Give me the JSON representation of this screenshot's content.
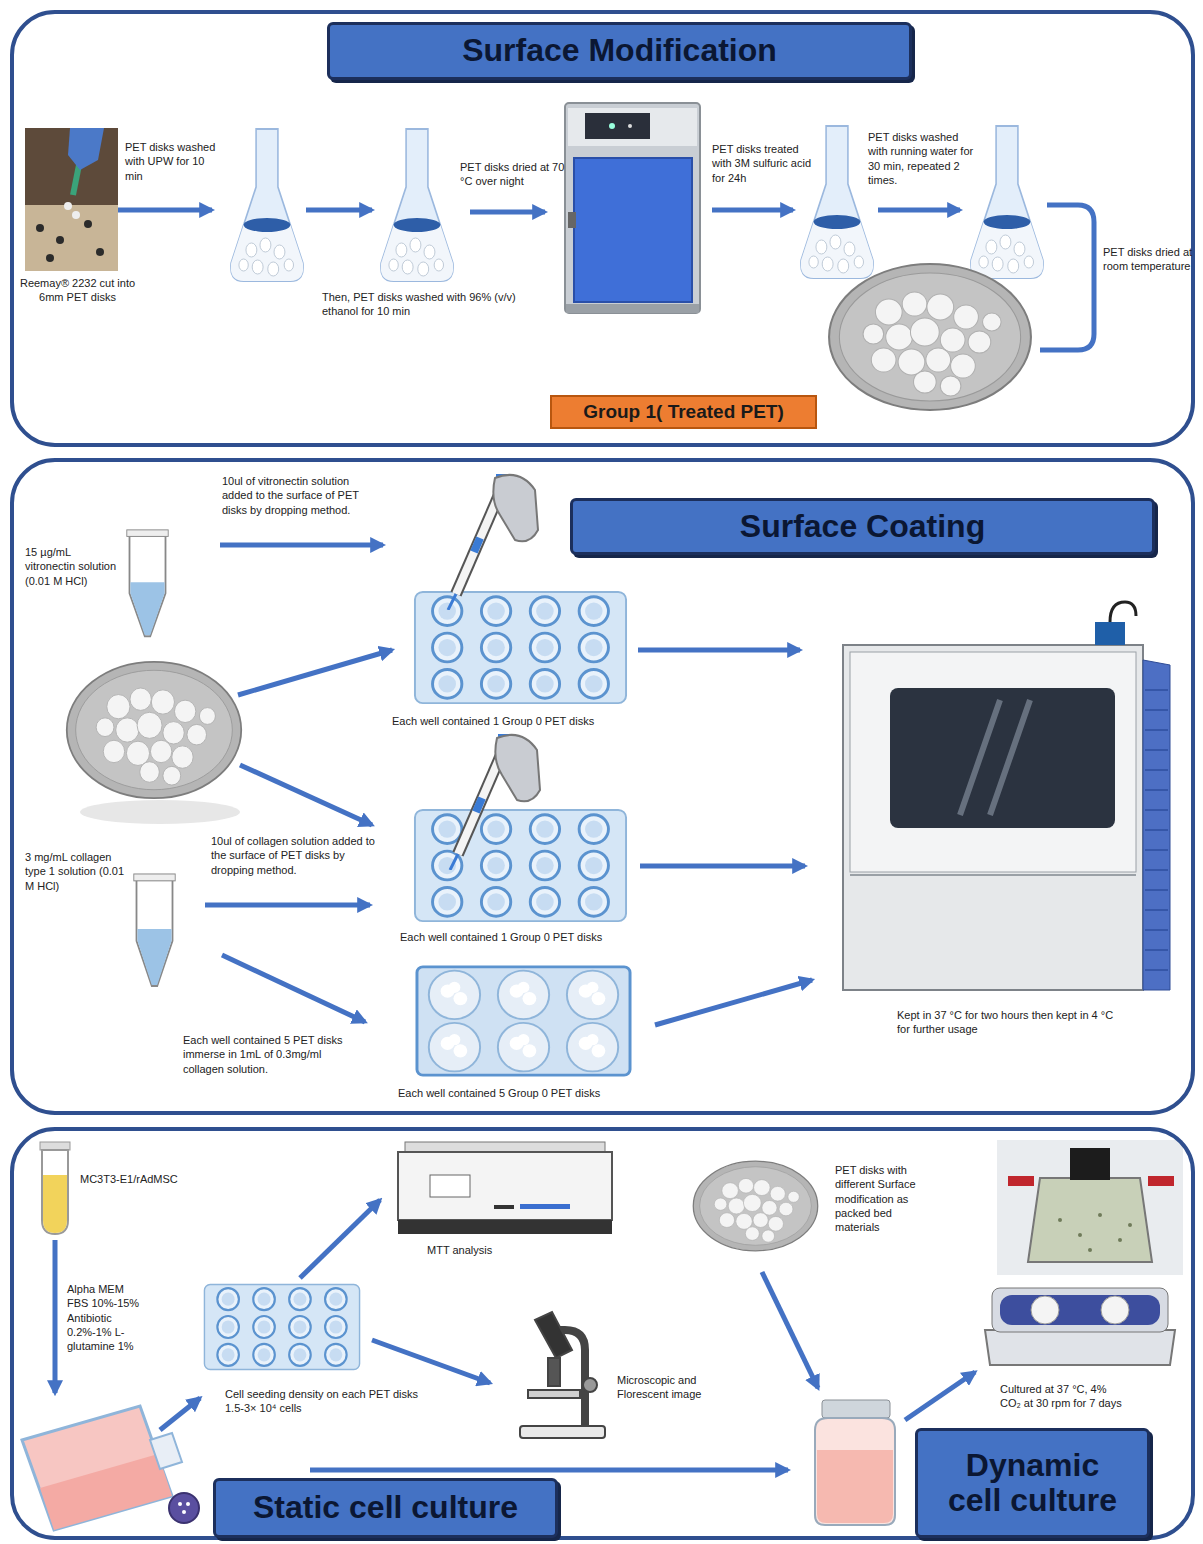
{
  "diagram": {
    "nodes": [
      {
        "text": [
          "Surface Modification"
        ]
      },
      {
        "text": [
          "Group 1( Treated PET)"
        ],
        "in": 0
      },
      {
        "text": [
          "Surface Coating"
        ]
      },
      {
        "text": [
          "Static cell culture",
          "Dynamic cell culture"
        ]
      }
    ],
    "labels": [
      "PET disks washed with UPW for 10 min",
      "Reemay® 2232 cut into 6mm PET disks",
      "Then, PET disks washed with 96% (v/v) ethanol for 10 min",
      "PET disks dried at 70 °C over night",
      "PET disks treated with 3M sulfuric acid for 24h",
      "PET disks washed with running water for 30 min, repeated 2 times.",
      "PET disks dried at room temperature",
      "10ul of vitronectin solution added to the surface of PET disks by dropping method.",
      "15 µg/mL vitronectin solution (0.01 M HCl)",
      "Each well contained 1 Group 0 PET disks",
      "10ul of collagen solution added to the surface of PET disks by dropping method.",
      "3 mg/mL collagen type 1 solution (0.01 M HCl)",
      "Each well contained 1 Group 0 PET disks",
      "Each well contained 5 PET disks immerse in 1mL of 0.3mg/ml collagen solution.",
      "Each well contained 5 Group 0 PET disks",
      "Kept in 37 °C for two hours then kept in 4 °C for further usage",
      "MC3T3-E1/rAdMSC",
      "MTT analysis",
      "PET disks with different Surface modification as packed bed materials",
      "Alpha MEM FBS 10%-15% Antibiotic 0.2%-1% L-glutamine 1%",
      "Cell seeding density on each PET disks 1.5-3× 10⁴ cells",
      "Microscopic and Florescent image",
      "Cultured at 37 °C, 4% CO₂ at 30 rpm for 7 days"
    ]
  }
}
